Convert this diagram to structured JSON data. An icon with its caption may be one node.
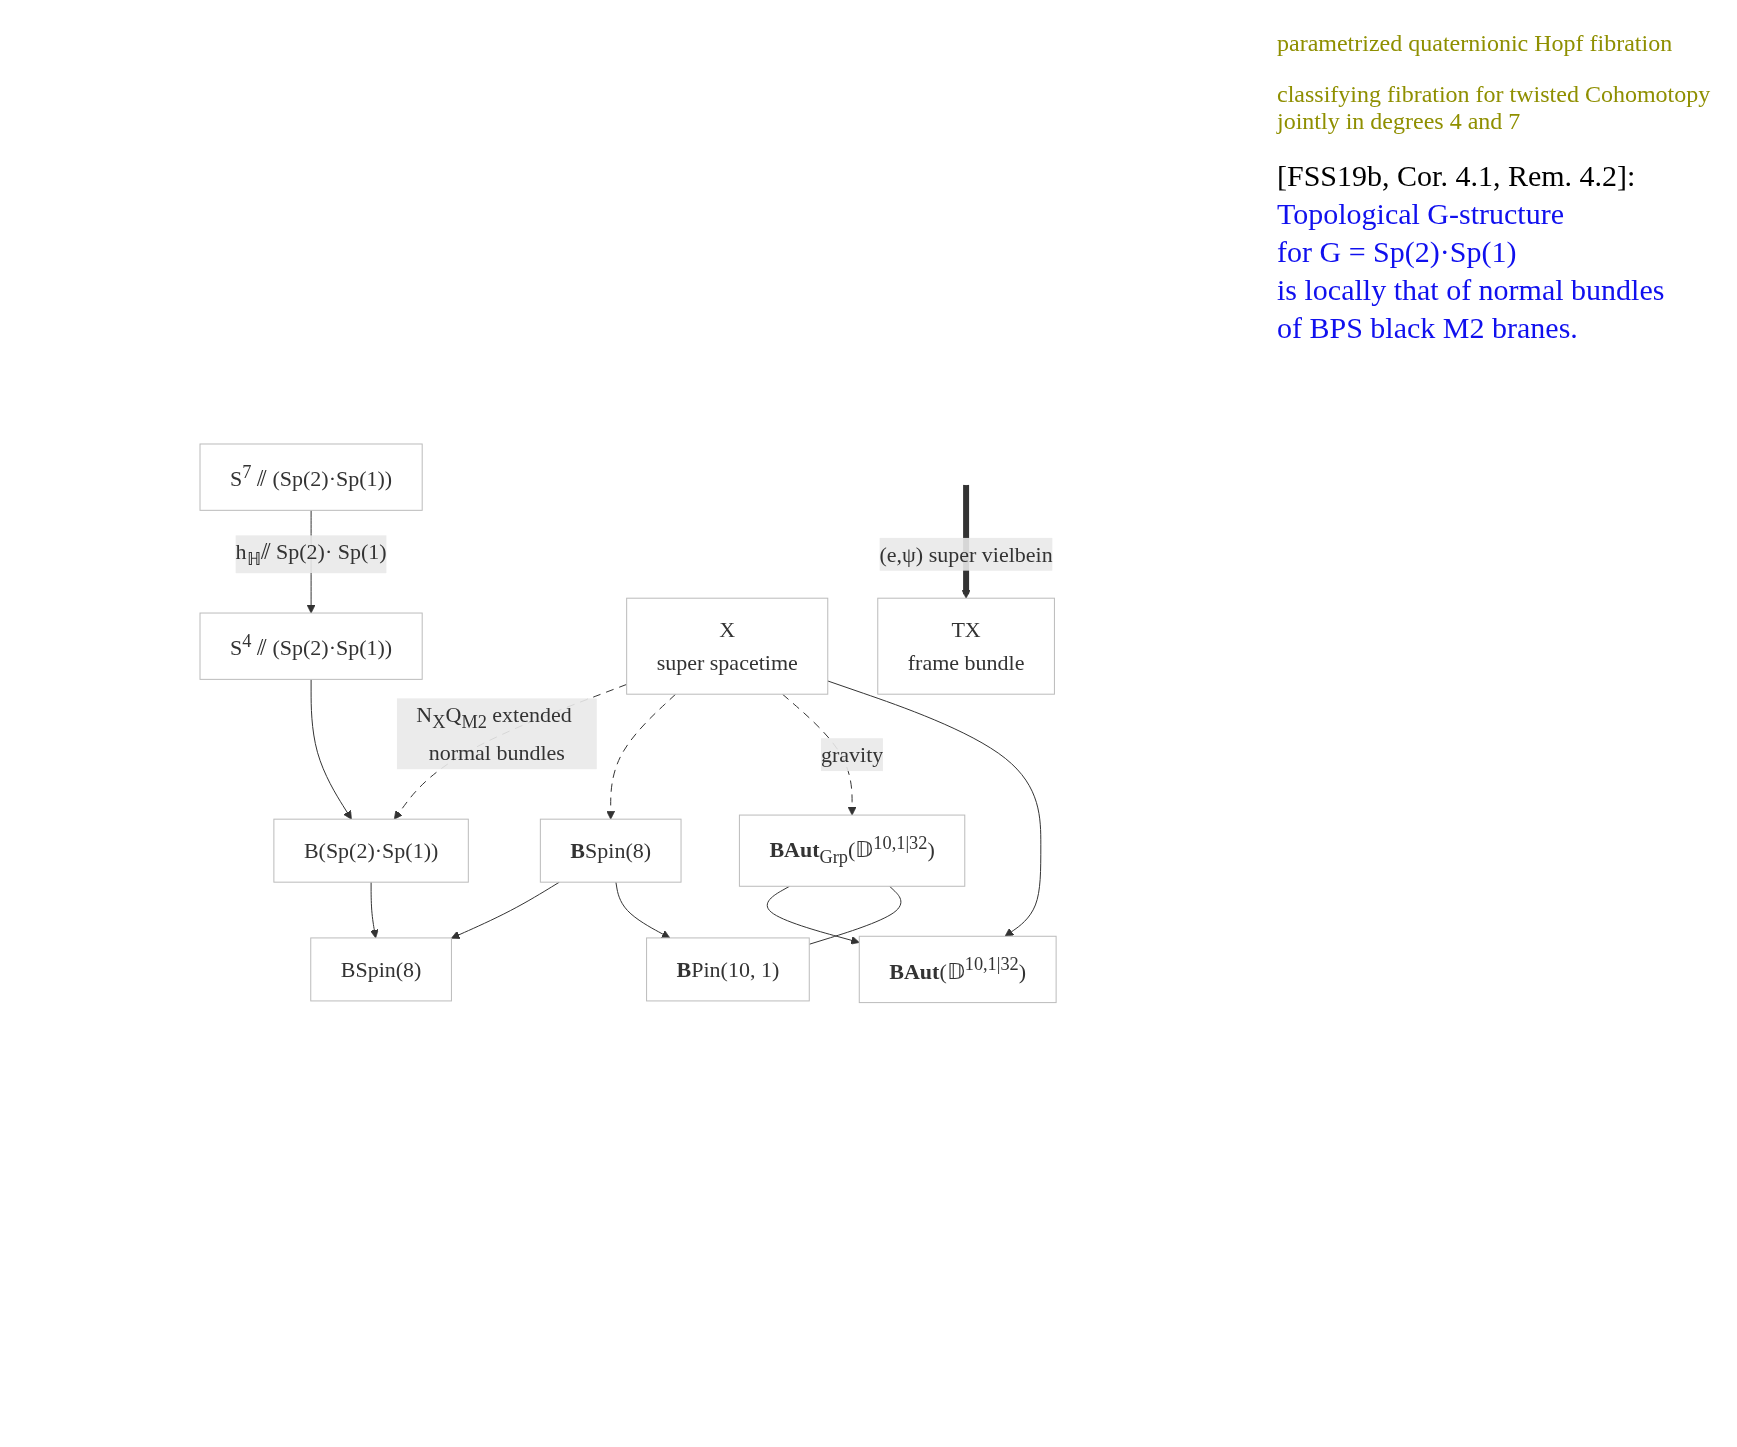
{
  "diagram": {
    "nodes": [
      {
        "text": [
          "S$^{7}$ ⫽ (Sp(2)·Sp(1))"
        ]
      },
      {
        "text": [
          "S$^{4}$ ⫽ (Sp(2)·Sp(1))"
        ]
      },
      {
        "text": [
          "B(Sp(2)·Sp(1))"
        ]
      },
      {
        "text": [
          "X",
          "super spacetime"
        ]
      },
      {
        "text": [
          "**B**Spin(8)"
        ]
      },
      {
        "text": [
          "BSpin(8)"
        ]
      },
      {
        "text": [
          "TX",
          "frame bundle"
        ]
      },
      {
        "text": [
          "**BAut**$_{Grp}$(𝔻$^{10,1|32}$)"
        ]
      },
      {
        "text": [
          "**B**Pin(10, 1)"
        ]
      },
      {
        "text": [
          "**BAut**(𝔻$^{10,1|32}$)"
        ]
      }
    ],
    "edges": [
      {
        "from": 0,
        "to": 1,
        "arrow": "to",
        "label": "h$_{ℍ}$⫽ Sp(2)· Sp(1)"
      },
      {
        "from": 1,
        "to": 2,
        "arrow": "to"
      },
      {
        "from": 3,
        "to": 2,
        "arrow": "to",
        "style": "dashed",
        "label": "N$_{X}$Q$_{M2}$ extended normal bundles"
      },
      {
        "from": 3,
        "to": 4,
        "arrow": "to",
        "style": "dashed"
      },
      {
        "from": 4,
        "to": 5,
        "arrow": "to"
      },
      {
        "from": 2,
        "to": 5,
        "arrow": "to"
      },
      {
        "from": 4,
        "to": 8,
        "arrow": "to"
      },
      {
        "from": 3,
        "to": 7,
        "arrow": "to",
        "style": "dashed",
        "label": "gravity"
      },
      {
        "from": 3,
        "to": 9,
        "arrow": "to"
      },
      {
        "from": 7,
        "to": 9,
        "arrow": "to"
      },
      {
        "from": 7,
        "to": 8,
        "arrow": "none"
      },
      {
        "from": null,
        "to": 6,
        "arrow": "to",
        "style": "thick",
        "label": "(e,ψ) super vielbein"
      }
    ],
    "labels": [
      "parametrized quaternionic Hopf fibration",
      "classifying fibration for twisted Cohomotopy jointly in degrees 4 and 7",
      "[FSS19b, Cor. 4.1, Rem. 4.2]:",
      "Topological G-structure",
      "for G = Sp(2)·Sp(1)",
      "is locally that of normal bundles",
      "of BPS black M2 branes."
    ]
  }
}
